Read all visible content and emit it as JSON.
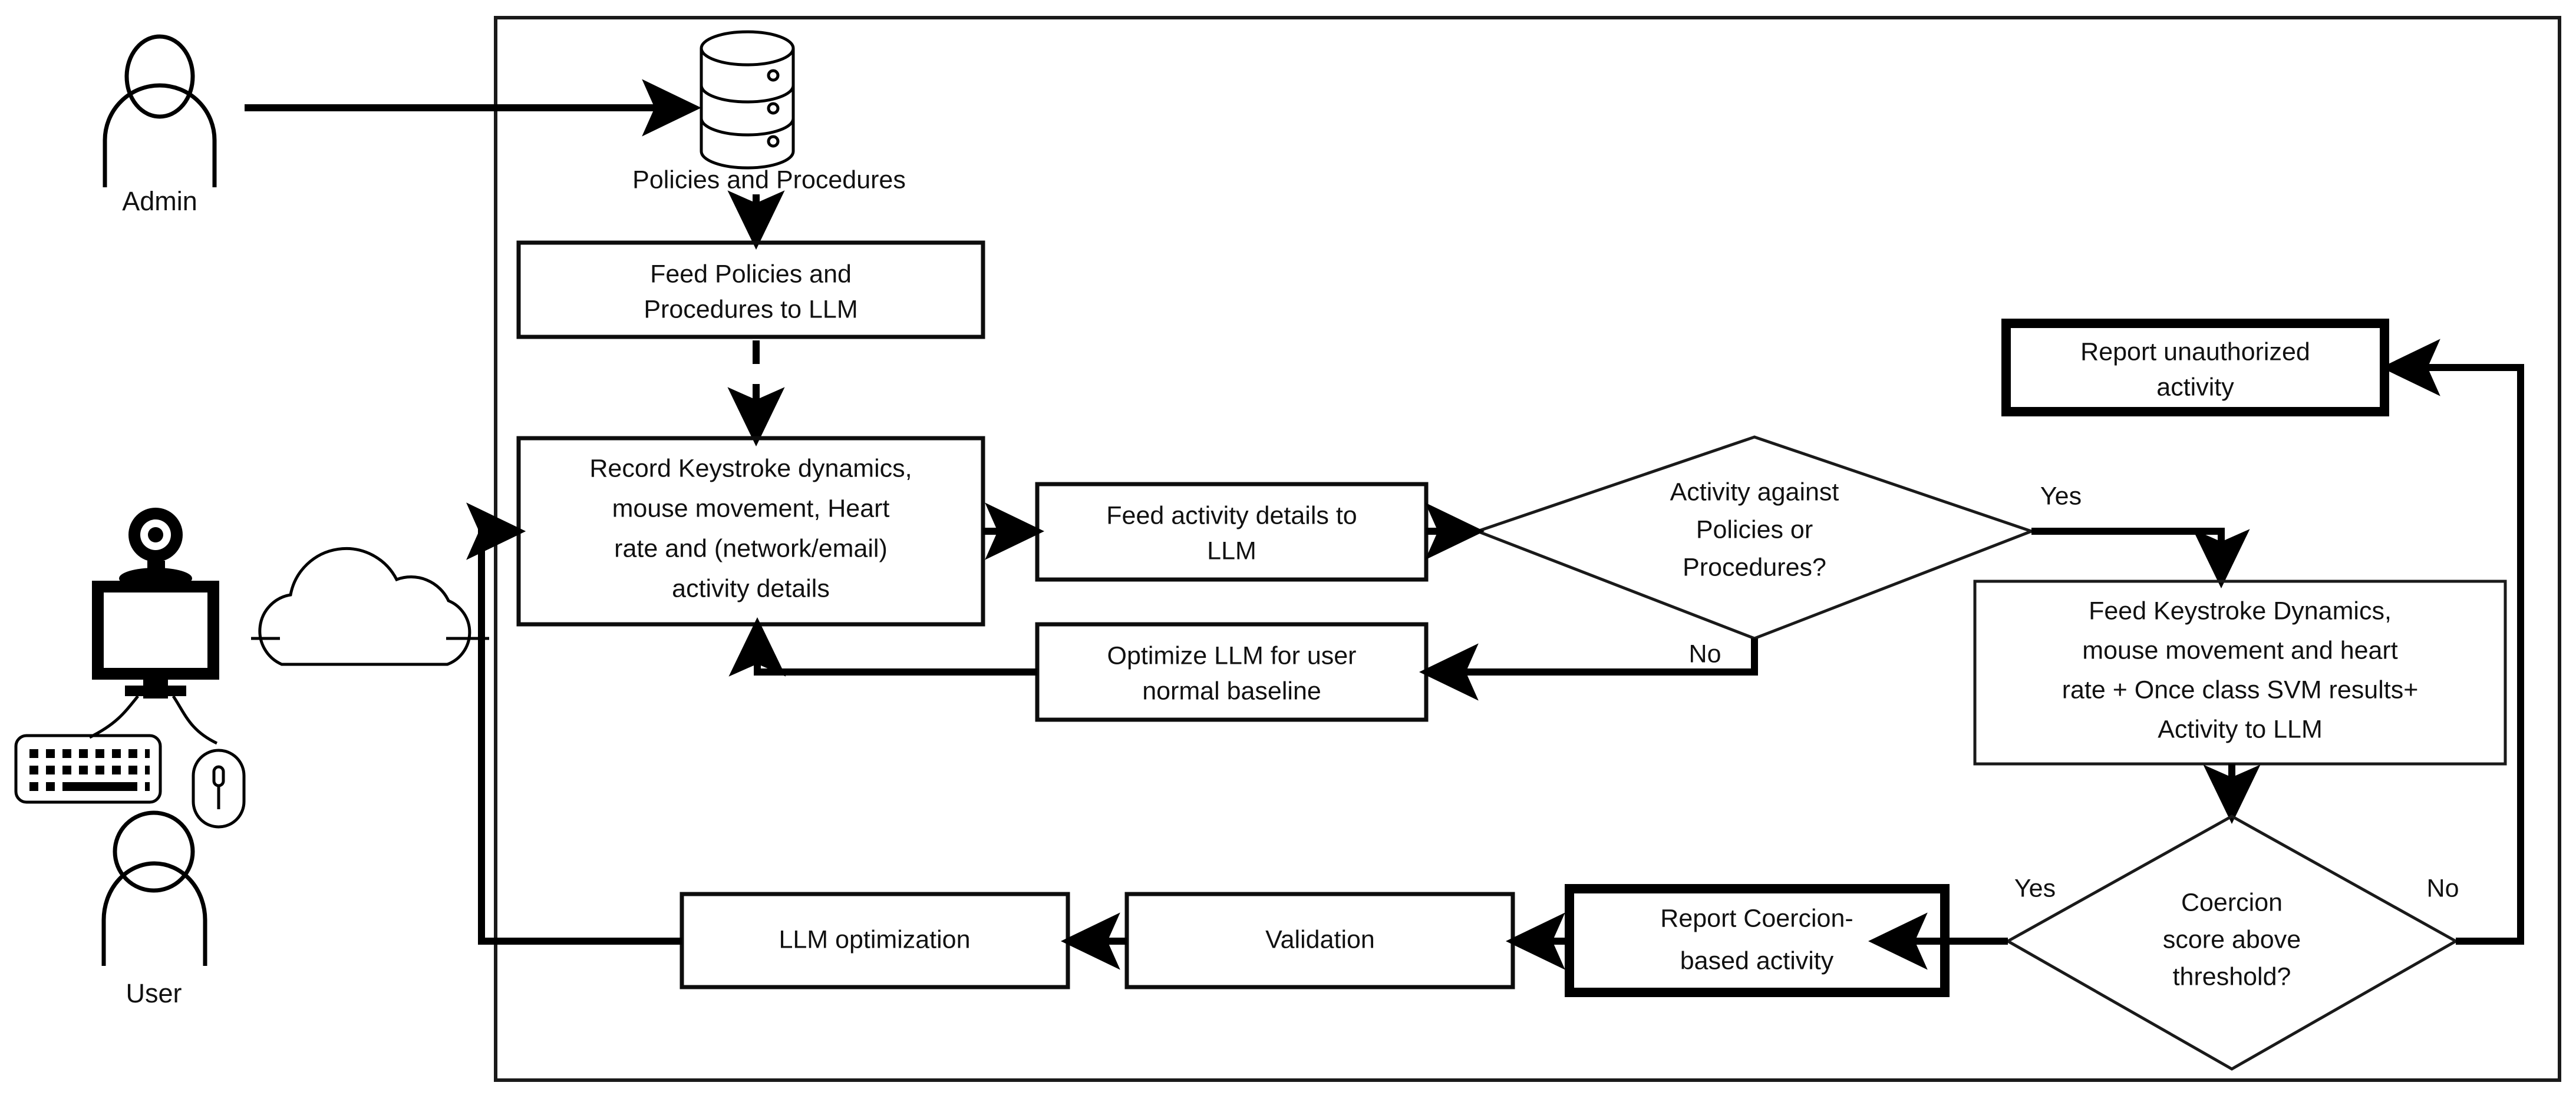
{
  "diagram": {
    "title": "LLM-based insider threat and coercion detection flowchart",
    "type": "flowchart",
    "actors": [
      {
        "id": "admin",
        "label": "Admin",
        "icon": "person-icon"
      },
      {
        "id": "user",
        "label": "User",
        "icon": "person-icon"
      }
    ],
    "devices": [
      {
        "id": "workstation",
        "icon": "monitor-webcam-icon"
      },
      {
        "id": "keyboard",
        "icon": "keyboard-icon"
      },
      {
        "id": "mouse",
        "icon": "mouse-icon"
      },
      {
        "id": "network",
        "icon": "cloud-icon"
      }
    ],
    "datastore": {
      "id": "policies_db",
      "label": "Policies and Procedures",
      "icon": "database-icon"
    },
    "nodes": [
      {
        "id": "feed_policies",
        "shape": "process",
        "emphasis": "normal",
        "lines": [
          "Feed Policies and",
          "Procedures to LLM"
        ]
      },
      {
        "id": "record_activity",
        "shape": "process",
        "emphasis": "normal",
        "lines": [
          "Record Keystroke dynamics,",
          "mouse movement, Heart",
          "rate and (network/email)",
          "activity details"
        ]
      },
      {
        "id": "feed_activity",
        "shape": "process",
        "emphasis": "normal",
        "lines": [
          "Feed activity details to",
          "LLM"
        ]
      },
      {
        "id": "optimize_llm",
        "shape": "process",
        "emphasis": "normal",
        "lines": [
          "Optimize LLM for user",
          "normal baseline"
        ]
      },
      {
        "id": "policy_decision",
        "shape": "decision",
        "emphasis": "normal",
        "lines": [
          "Activity against",
          "Policies or",
          "Procedures?"
        ]
      },
      {
        "id": "report_unauthorized",
        "shape": "process",
        "emphasis": "bold",
        "lines": [
          "Report unauthorized",
          "activity"
        ]
      },
      {
        "id": "feed_keystroke_svm",
        "shape": "process",
        "emphasis": "normal",
        "lines": [
          "Feed Keystroke Dynamics,",
          "mouse movement and heart",
          "rate + Once class SVM results+",
          "Activity to LLM"
        ]
      },
      {
        "id": "coercion_decision",
        "shape": "decision",
        "emphasis": "normal",
        "lines": [
          "Coercion",
          "score above",
          "threshold?"
        ]
      },
      {
        "id": "report_coercion",
        "shape": "process",
        "emphasis": "bold",
        "lines": [
          "Report Coercion-",
          "based activity"
        ]
      },
      {
        "id": "validation",
        "shape": "process",
        "emphasis": "normal",
        "lines": [
          "Validation"
        ]
      },
      {
        "id": "llm_optimization",
        "shape": "process",
        "emphasis": "normal",
        "lines": [
          "LLM optimization"
        ]
      }
    ],
    "edge_labels": [
      {
        "id": "policy_yes",
        "text": "Yes"
      },
      {
        "id": "policy_no",
        "text": "No"
      },
      {
        "id": "coercion_yes",
        "text": "Yes"
      },
      {
        "id": "coercion_no",
        "text": "No"
      }
    ],
    "colors": {
      "stroke": "#000000",
      "box_fill": "#ffffff",
      "background": "#ffffff",
      "text": "#111111"
    }
  }
}
